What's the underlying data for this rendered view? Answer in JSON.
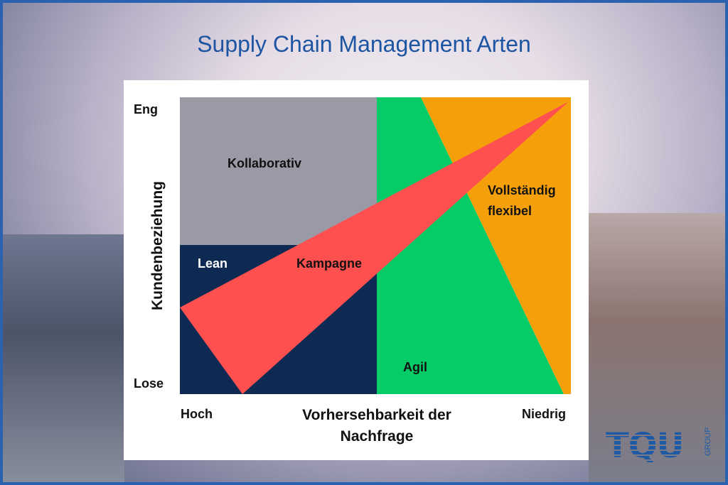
{
  "title": "Supply Chain Management Arten",
  "diagram": {
    "y_axis": {
      "label": "Kundenbeziehung",
      "top": "Eng",
      "bottom": "Lose"
    },
    "x_axis": {
      "label_line1": "Vorhersehbarkeit der",
      "label_line2": "Nachfrage",
      "left": "Hoch",
      "right": "Niedrig"
    },
    "regions": {
      "kollaborativ": {
        "label": "Kollaborativ",
        "color": "#9a9aa6"
      },
      "lean": {
        "label": "Lean",
        "color": "#0e2a52"
      },
      "agil": {
        "label": "Agil",
        "color": "#05cc66"
      },
      "flexibel": {
        "label_line1": "Vollständig",
        "label_line2": "flexibel",
        "color": "#f5a00a"
      },
      "kampagne": {
        "label": "Kampagne",
        "color": "#ff5050"
      }
    }
  },
  "logo": {
    "text": "TQU",
    "sub": "GROUP"
  }
}
